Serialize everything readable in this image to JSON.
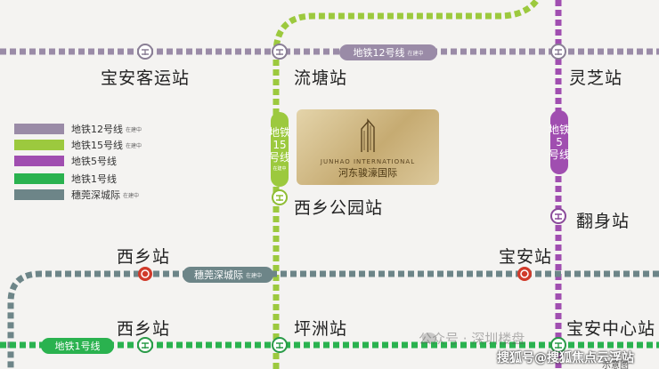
{
  "colors": {
    "line12": "#9a8ba7",
    "line15": "#9cc93e",
    "line5": "#a04eb0",
    "line1": "#2ab24f",
    "intercity": "#6d8588",
    "background": "#f4f3f1",
    "project_gold": "#c6ab72"
  },
  "legend": [
    {
      "label": "地铁12号线",
      "note": "在建中",
      "color_key": "line12"
    },
    {
      "label": "地铁15号线",
      "note": "在建中",
      "color_key": "line15"
    },
    {
      "label": "地铁5号线",
      "note": "",
      "color_key": "line5"
    },
    {
      "label": "地铁1号线",
      "note": "",
      "color_key": "line1"
    },
    {
      "label": "穗莞深城际",
      "note": "在建中",
      "color_key": "intercity"
    }
  ],
  "line_labels": {
    "line12": {
      "text": "地铁12号线",
      "note": "在建中"
    },
    "line15": {
      "text": "地铁\n15\n号线",
      "note": "在建中"
    },
    "line5": {
      "text": "地铁\n5\n号线"
    },
    "line1": {
      "text": "地铁1号线"
    },
    "intercity": {
      "text": "穗莞深城际",
      "note": "在建中"
    }
  },
  "stations": {
    "baoan_keyun": "宝安客运站",
    "liutang": "流塘站",
    "lingzhi": "灵芝站",
    "xixiang_park": "西乡公园站",
    "fanshen": "翻身站",
    "xixiang_upper": "西乡站",
    "baoan": "宝安站",
    "xixiang_lower": "西乡站",
    "pingzhou": "坪洲站",
    "baoan_center": "宝安中心站"
  },
  "project": {
    "name_en": "JUNHAO INTERNATIONAL",
    "name_cn": "河东骏濠国际"
  },
  "icons": {
    "metro": "metro-icon",
    "rail": "rail-icon",
    "project_logo": "building-logo-icon"
  },
  "watermark": "公众号 · 深圳楼盘",
  "caption": "搜狐号@搜狐焦点云浮站",
  "schematic_note": "示意图"
}
